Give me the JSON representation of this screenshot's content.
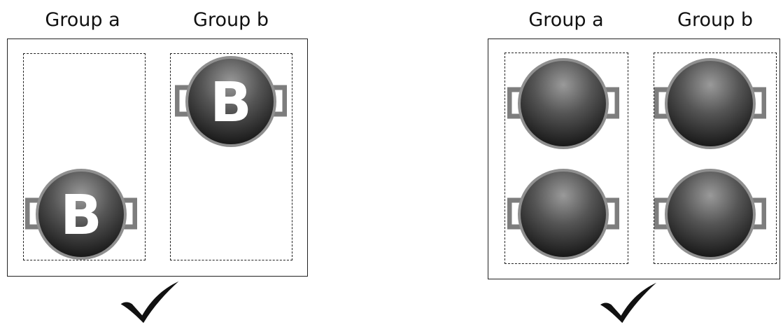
{
  "left_panel": {
    "group_a_label": "Group a",
    "group_b_label": "Group b",
    "pots": [
      {
        "group": "a",
        "letter": "B"
      },
      {
        "group": "b",
        "letter": "B"
      }
    ],
    "status": "check"
  },
  "right_panel": {
    "group_a_label": "Group a",
    "group_b_label": "Group b",
    "pots": [
      {
        "group": "a",
        "letter": ""
      },
      {
        "group": "a",
        "letter": ""
      },
      {
        "group": "b",
        "letter": ""
      },
      {
        "group": "b",
        "letter": ""
      }
    ],
    "status": "check"
  },
  "colors": {
    "pot_dark": "#1f1f1f",
    "pot_light": "#8a8a8a",
    "handle": "#7d7d7d",
    "letter": "#ffffff",
    "border": "#222222"
  }
}
